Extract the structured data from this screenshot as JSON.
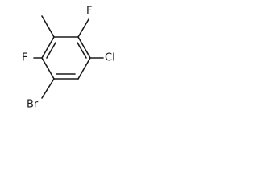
{
  "molecule": {
    "labels": {
      "f_top_right": "F",
      "f_left": "F",
      "cl": "Cl",
      "br": "Br"
    },
    "colors": {
      "bond": "#1a1a1a",
      "label": "#1a1a1a",
      "background": "#ffffff"
    }
  }
}
